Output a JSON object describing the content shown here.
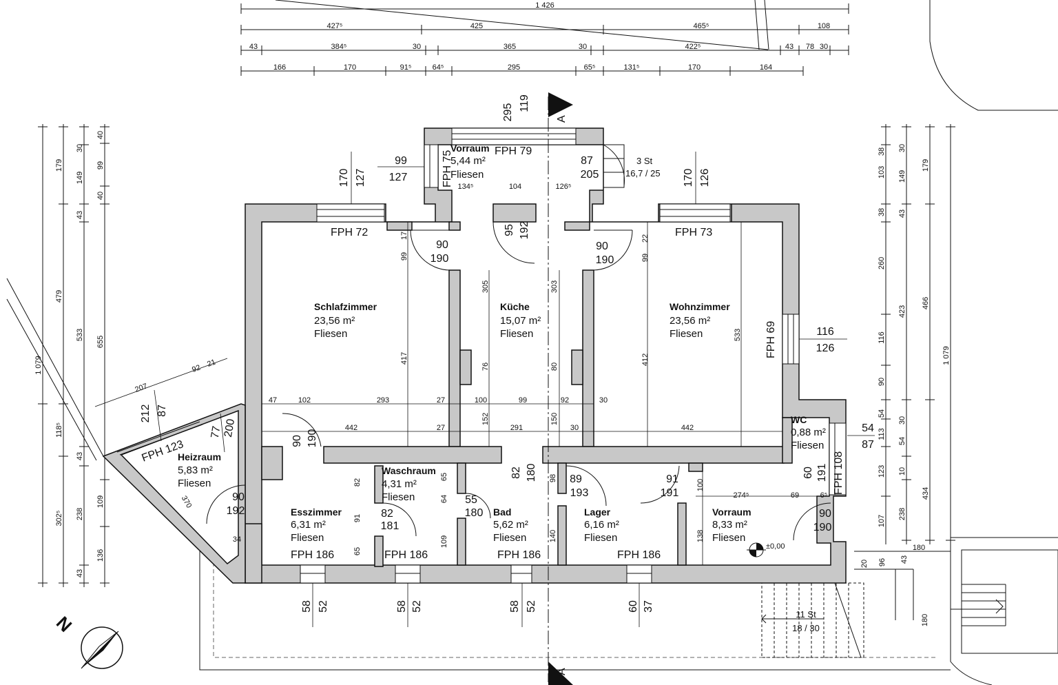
{
  "rooms": [
    {
      "id": "vorraum-top",
      "name": "Vorraum",
      "area": "5,44 m²",
      "floor": "Fliesen"
    },
    {
      "id": "schlafzimmer",
      "name": "Schlafzimmer",
      "area": "23,56 m²",
      "floor": "Fliesen"
    },
    {
      "id": "kueche",
      "name": "Küche",
      "area": "15,07 m²",
      "floor": "Fliesen"
    },
    {
      "id": "wohnzimmer",
      "name": "Wohnzimmer",
      "area": "23,56 m²",
      "floor": "Fliesen"
    },
    {
      "id": "wc",
      "name": "WC",
      "area": "0,88 m²",
      "floor": "Fliesen"
    },
    {
      "id": "heizraum",
      "name": "Heizraum",
      "area": "5,83 m²",
      "floor": "Fliesen"
    },
    {
      "id": "waschraum",
      "name": "Waschraum",
      "area": "4,31 m²",
      "floor": "Fliesen"
    },
    {
      "id": "esszimmer",
      "name": "Esszimmer",
      "area": "6,31 m²",
      "floor": "Fliesen"
    },
    {
      "id": "bad",
      "name": "Bad",
      "area": "5,62 m²",
      "floor": "Fliesen"
    },
    {
      "id": "lager",
      "name": "Lager",
      "area": "6,16 m²",
      "floor": "Fliesen"
    },
    {
      "id": "vorraum-bottom",
      "name": "Vorraum",
      "area": "8,33 m²",
      "floor": "Fliesen"
    }
  ],
  "windows": {
    "fph79": "FPH 79",
    "fph75": "FPH 75",
    "fph72": "FPH 72",
    "fph73": "FPH 73",
    "fph69": "FPH 69",
    "fph108": "FPH 108",
    "fph123": "FPH 123",
    "fph186": "FPH 186"
  },
  "dims_top": {
    "row1": [
      "1 426"
    ],
    "row2": [
      "427⁵",
      "425",
      "465⁵",
      "108"
    ],
    "row3": [
      "43",
      "384⁵",
      "30",
      "365",
      "30",
      "422⁵",
      "43",
      "78",
      "30"
    ],
    "row4": [
      "166",
      "170",
      "91⁵",
      "64⁵",
      "295",
      "65⁵",
      "131⁵",
      "170",
      "164"
    ]
  },
  "dims_left": [
    "179",
    "149",
    "30",
    "40",
    "99",
    "40",
    "43",
    "479",
    "533",
    "655",
    "1 079",
    "118⁵",
    "43",
    "238",
    "109",
    "302⁵",
    "136",
    "43"
  ],
  "dims_right": [
    "38",
    "30",
    "103",
    "149",
    "179",
    "38",
    "43",
    "260",
    "423",
    "466",
    "116",
    "1 079",
    "90",
    "54",
    "30",
    "113",
    "54",
    "10",
    "123",
    "434",
    "107",
    "238"
  ],
  "dims_inner": {
    "r1": [
      "47",
      "102",
      "293",
      "27",
      "100",
      "99",
      "92",
      "30"
    ],
    "r2": [
      "442",
      "27",
      "291",
      "30",
      "442"
    ],
    "top_openings": [
      "295",
      "119",
      "170",
      "127",
      "99",
      "127",
      "87",
      "205",
      "170",
      "126",
      "134⁵",
      "104",
      "126⁵",
      "95",
      "192"
    ],
    "door_schlaf": [
      "90",
      "190"
    ],
    "door_wohn": [
      "90",
      "190"
    ],
    "heiz": [
      "207",
      "92",
      "21",
      "212",
      "87",
      "77",
      "200",
      "370",
      "34"
    ],
    "window_w": [
      "116",
      "126"
    ],
    "wc": [
      "54",
      "87",
      "60",
      "191"
    ],
    "ess": [
      "90",
      "190",
      "90",
      "192",
      "82",
      "91",
      "181",
      "65",
      "82"
    ],
    "wasch": [
      "65",
      "64",
      "55",
      "180",
      "109"
    ],
    "bad": [
      "82",
      "180",
      "98",
      "89",
      "193",
      "140"
    ],
    "lager": [
      "91",
      "191",
      "100",
      "138"
    ],
    "vorraum": [
      "274⁵",
      "69",
      "6⁵",
      "90",
      "190"
    ],
    "kueche_h": [
      "305",
      "76",
      "152",
      "303",
      "80",
      "150",
      "17",
      "99",
      "417",
      "22",
      "99",
      "412",
      "533"
    ],
    "bottom": [
      "58",
      "52",
      "58",
      "52",
      "58",
      "52",
      "60",
      "37"
    ],
    "stairs_bottom": [
      "180",
      "43",
      "96",
      "20",
      "180"
    ]
  },
  "stairs_top": {
    "count": "3 St",
    "ratio": "16,7 / 25"
  },
  "stairs_bottom": {
    "count": "11 St",
    "ratio": "18 / 30"
  },
  "level": "±0,00",
  "section": "A",
  "north": "N"
}
